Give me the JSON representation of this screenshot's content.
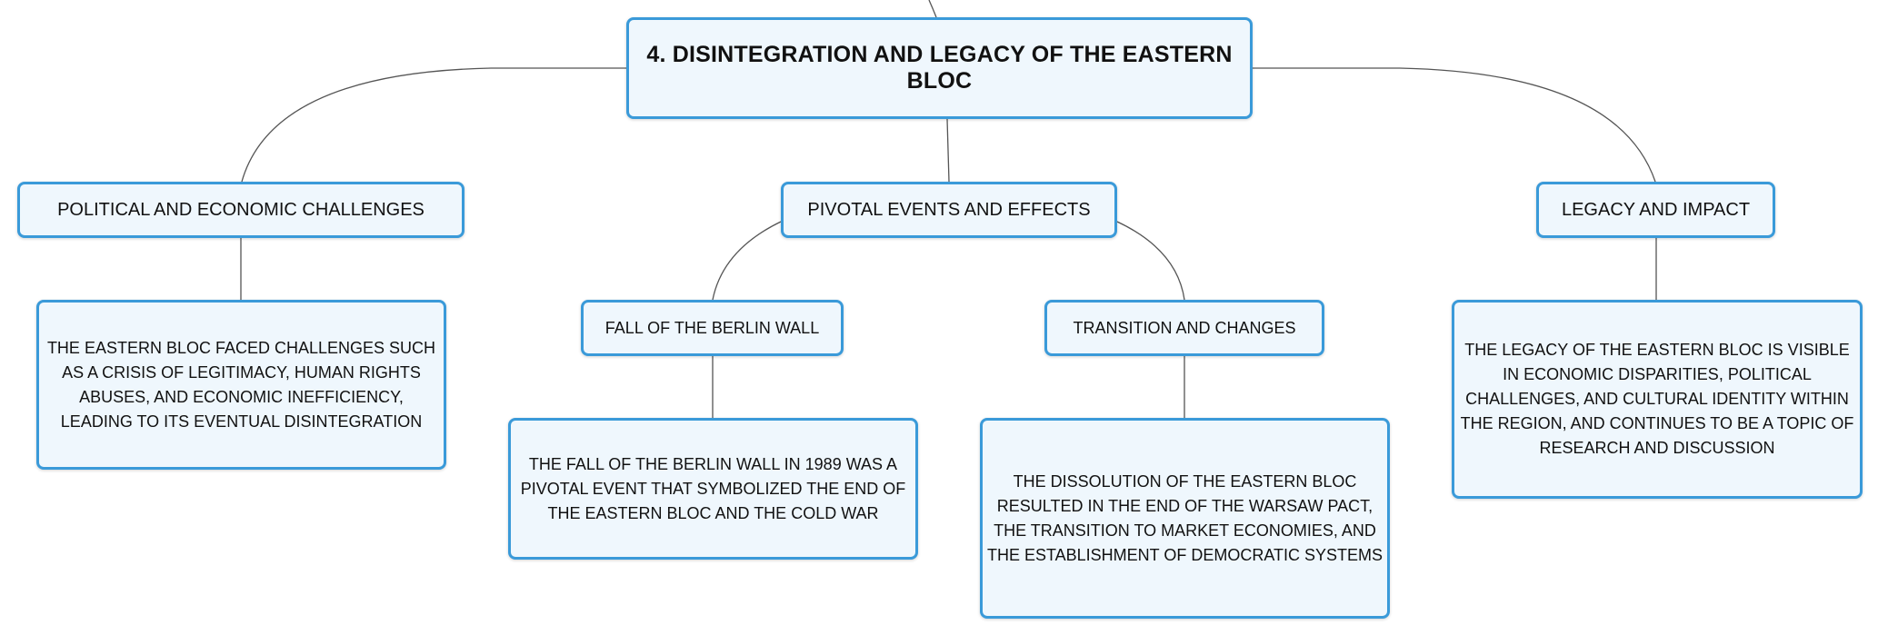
{
  "mindmap": {
    "root": {
      "title": "4. DISINTEGRATION AND LEGACY OF THE EASTERN BLOC"
    },
    "branches": [
      {
        "label": "POLITICAL AND ECONOMIC CHALLENGES",
        "description": "THE EASTERN BLOC FACED CHALLENGES SUCH AS A CRISIS OF LEGITIMACY, HUMAN RIGHTS ABUSES, AND ECONOMIC INEFFICIENCY, LEADING TO ITS EVENTUAL DISINTEGRATION"
      },
      {
        "label": "PIVOTAL EVENTS AND EFFECTS",
        "children": [
          {
            "label": "FALL OF THE BERLIN WALL",
            "description": "THE FALL OF THE BERLIN WALL IN 1989 WAS A PIVOTAL EVENT THAT SYMBOLIZED THE END OF THE EASTERN BLOC AND THE COLD WAR"
          },
          {
            "label": "TRANSITION AND CHANGES",
            "description": "THE DISSOLUTION OF THE EASTERN BLOC RESULTED IN THE END OF THE WARSAW PACT, THE TRANSITION TO MARKET ECONOMIES, AND THE ESTABLISHMENT OF DEMOCRATIC SYSTEMS"
          }
        ]
      },
      {
        "label": "LEGACY AND IMPACT",
        "description": "THE LEGACY OF THE EASTERN BLOC IS VISIBLE IN ECONOMIC DISPARITIES, POLITICAL CHALLENGES, AND CULTURAL IDENTITY WITHIN THE REGION, AND CONTINUES TO BE A TOPIC OF RESEARCH AND DISCUSSION"
      }
    ]
  },
  "colors": {
    "node_border": "#3a9ad9",
    "node_fill": "#eff7fd",
    "connector": "#555555",
    "text": "#111111"
  }
}
